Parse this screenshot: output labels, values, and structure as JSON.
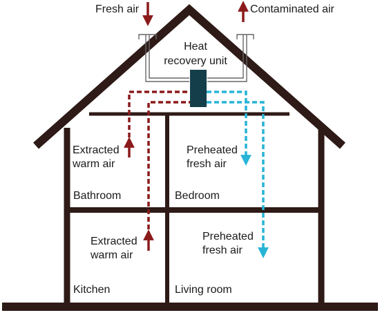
{
  "labels": {
    "fresh_air": "Fresh air",
    "contaminated_air": "Contaminated air",
    "hru_line1": "Heat",
    "hru_line2": "recovery unit",
    "bathroom_flow_line1": "Extracted",
    "bathroom_flow_line2": "warm air",
    "bedroom_flow_line1": "Preheated",
    "bedroom_flow_line2": "fresh air",
    "bathroom": "Bathroom",
    "bedroom": "Bedroom",
    "kitchen_flow_line1": "Extracted",
    "kitchen_flow_line2": "warm air",
    "living_flow_line1": "Preheated",
    "living_flow_line2": "fresh air",
    "kitchen": "Kitchen",
    "living_room": "Living room"
  },
  "colors": {
    "structure": "#2e1a16",
    "extract_air": "#8b1a1a",
    "fresh_air": "#27b4d6",
    "hru_unit": "#143f4a",
    "duct": "#666666"
  }
}
